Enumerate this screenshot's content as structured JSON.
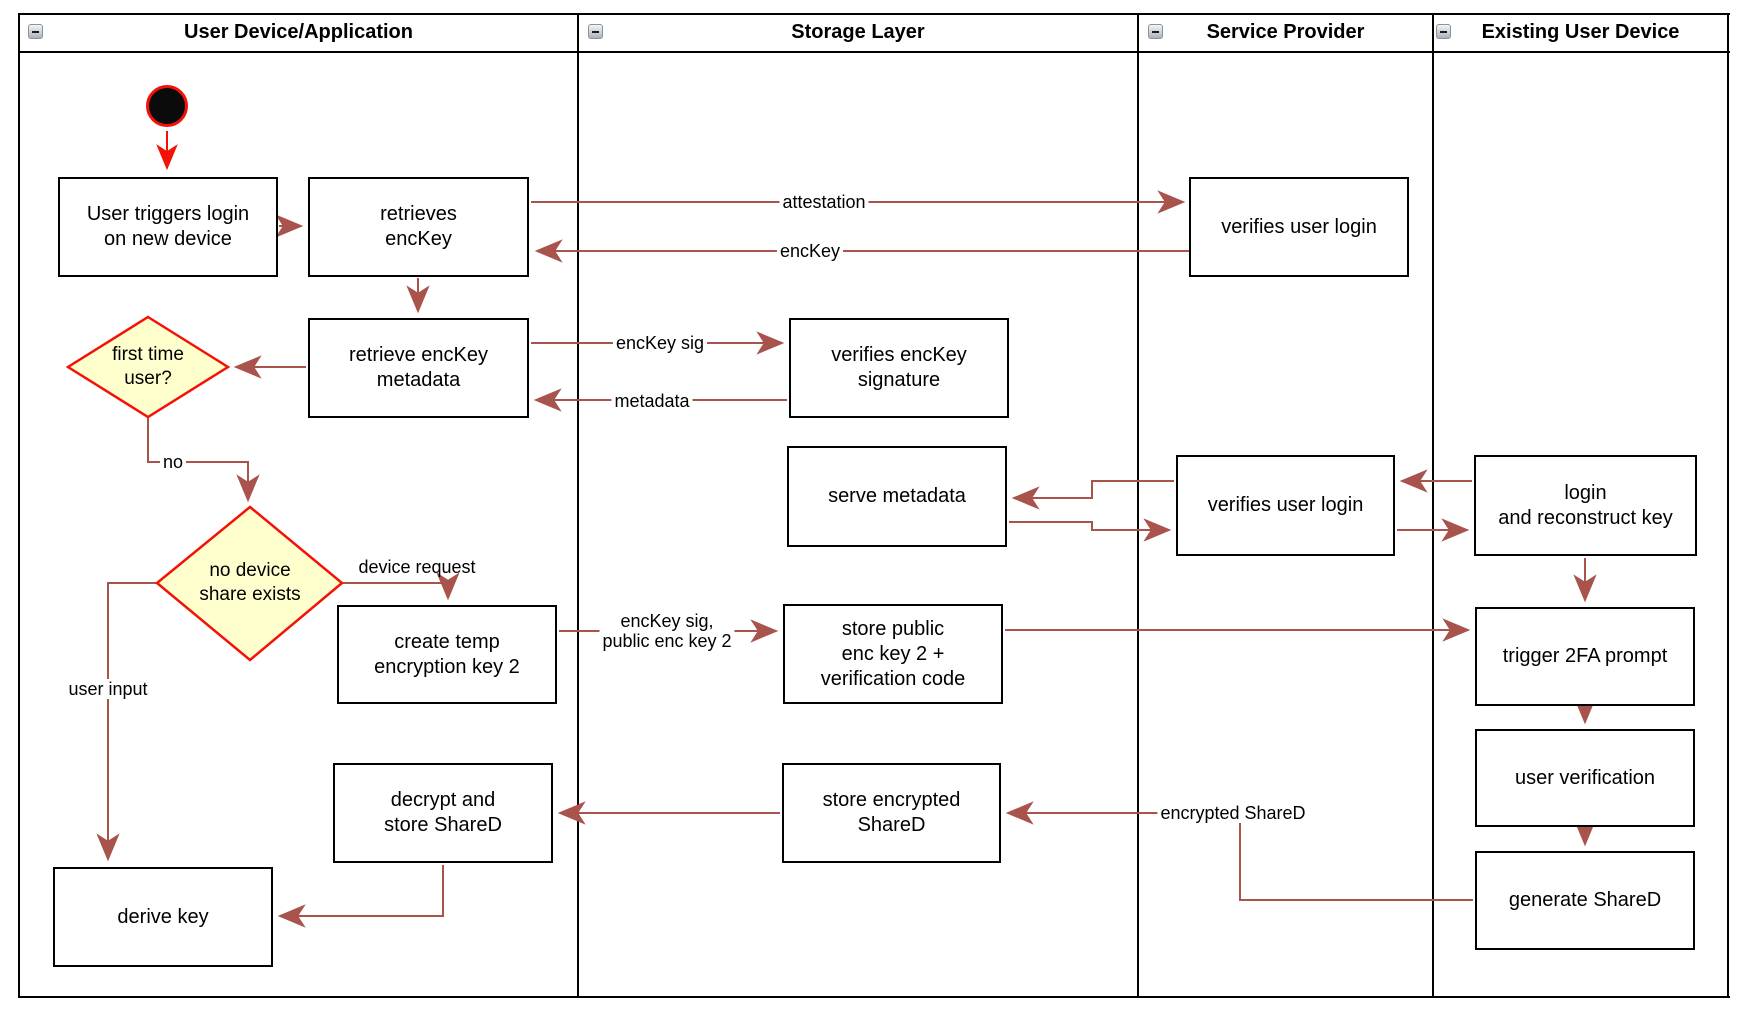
{
  "diagram": {
    "lanes": [
      {
        "title": "User Device/Application"
      },
      {
        "title": "Storage Layer"
      },
      {
        "title": "Service Provider"
      },
      {
        "title": "Existing User Device"
      }
    ],
    "nodes": {
      "start": {
        "shape": "initial-node-circle"
      },
      "user_triggers": {
        "label": "User triggers login\non new device"
      },
      "retrieves_enckey": {
        "label": "retrieves\nencKey"
      },
      "retrieve_metadata": {
        "label": "retrieve encKey\nmetadata"
      },
      "first_time_user": {
        "label": "first time\nuser?",
        "shape": "decision"
      },
      "no_device_share": {
        "label": "no device\nshare exists",
        "shape": "decision"
      },
      "create_temp_key": {
        "label": "create temp\nencryption key 2"
      },
      "decrypt_store_shared": {
        "label": "decrypt and\nstore ShareD"
      },
      "derive_key": {
        "label": "derive key"
      },
      "verifies_signature": {
        "label": "verifies encKey\nsignature"
      },
      "serve_metadata": {
        "label": "serve metadata"
      },
      "store_public_key": {
        "label": "store public\nenc key 2 +\nverification code"
      },
      "store_encrypted_shared": {
        "label": "store encrypted\nShareD"
      },
      "verifies_user_login_1": {
        "label": "verifies user login"
      },
      "verifies_user_login_2": {
        "label": "verifies user login"
      },
      "login_reconstruct": {
        "label": "login\nand reconstruct key"
      },
      "trigger_2fa": {
        "label": "trigger 2FA prompt"
      },
      "user_verification": {
        "label": "user verification"
      },
      "generate_shared": {
        "label": "generate ShareD"
      }
    },
    "edge_labels": {
      "attestation": "attestation",
      "enckey": "encKey",
      "enckey_sig": "encKey sig",
      "metadata": "metadata",
      "no": "no",
      "device_request": "device request",
      "enckey_sig_public": "encKey sig,\npublic enc key 2",
      "user_input": "user input",
      "encrypted_shared": "encrypted ShareD"
    },
    "colors": {
      "flow_arrow": "#a8544d",
      "highlight_red": "#f41207",
      "decision_fill": "#ffffce",
      "shape_stroke": "#000000",
      "background": "#ffffff"
    }
  }
}
